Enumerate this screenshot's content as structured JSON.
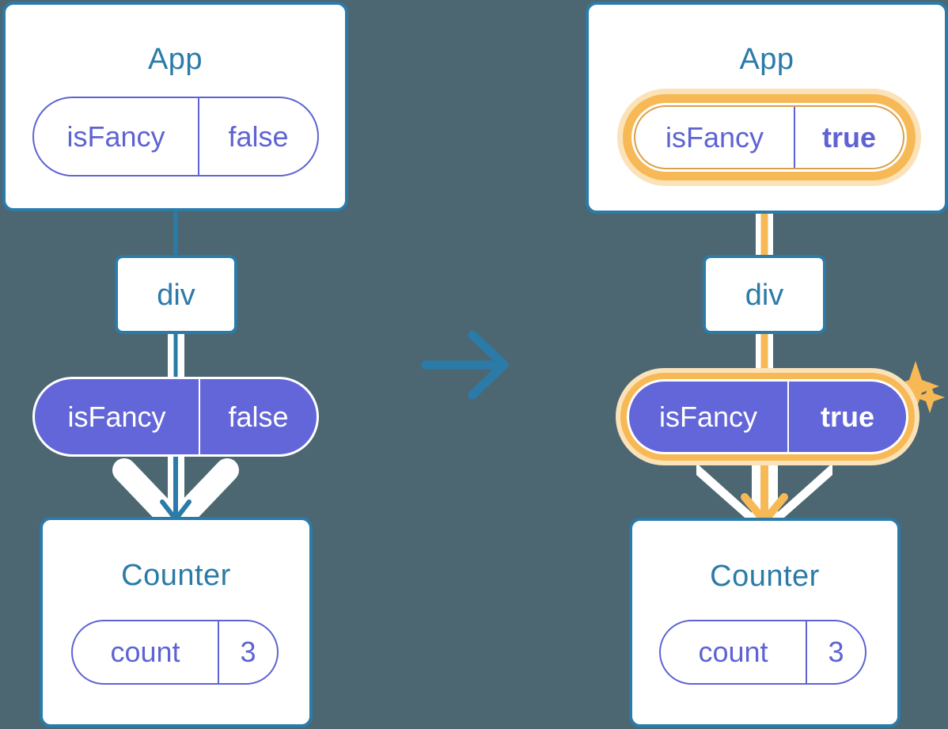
{
  "diagram": {
    "type": "react-state-propagation",
    "background_color": "#4c6772",
    "accent_blue": "#2b7ba8",
    "accent_purple": "#6366d8",
    "accent_orange": "#f7b955",
    "halo_orange": "#fbe2b8",
    "transition_arrow": "right-arrow"
  },
  "left": {
    "app": {
      "title": "App",
      "state": {
        "key": "isFancy",
        "value": "false"
      }
    },
    "div": {
      "label": "div"
    },
    "prop": {
      "key": "isFancy",
      "value": "false"
    },
    "counter": {
      "title": "Counter",
      "state": {
        "key": "count",
        "value": "3"
      }
    }
  },
  "right": {
    "app": {
      "title": "App",
      "state": {
        "key": "isFancy",
        "value": "true"
      }
    },
    "div": {
      "label": "div"
    },
    "prop": {
      "key": "isFancy",
      "value": "true"
    },
    "counter": {
      "title": "Counter",
      "state": {
        "key": "count",
        "value": "3"
      }
    }
  }
}
